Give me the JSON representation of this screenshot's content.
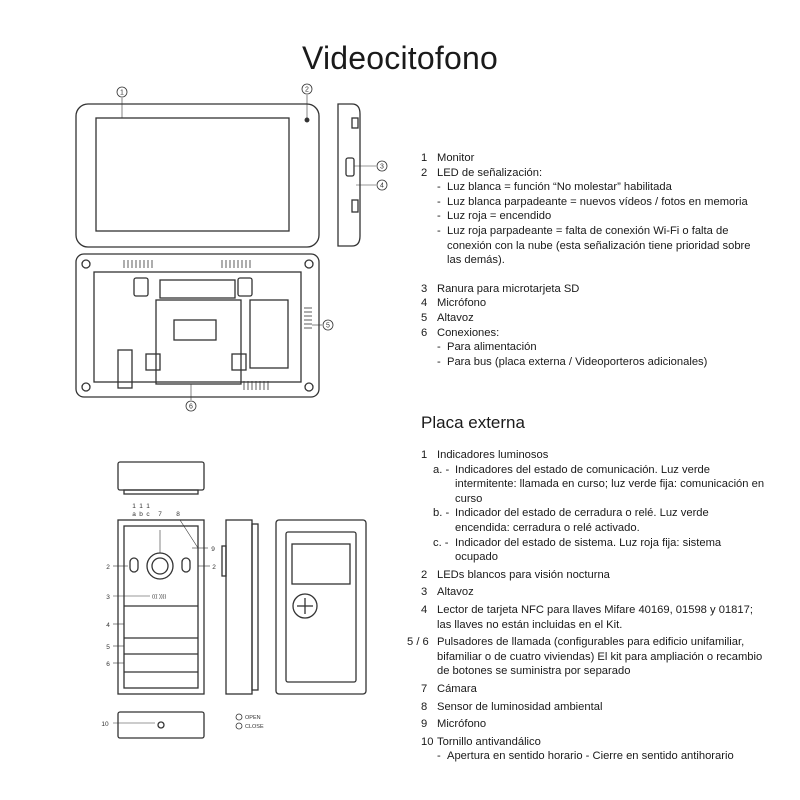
{
  "title": "Videocitofono",
  "monitor_list": [
    {
      "num": "1",
      "text": "Monitor",
      "subs": []
    },
    {
      "num": "2",
      "text": "LED de señalización:",
      "subs": [
        "Luz blanca = función “No molestar” habilitada",
        "Luz blanca parpadeante = nuevos vídeos / fotos en memoria",
        "Luz roja = encendido",
        "Luz roja parpadeante = falta de conexión Wi-Fi o falta de conexión con la nube (esta señalización tiene prioridad sobre las demás)."
      ]
    },
    {
      "num": "3",
      "text": "Ranura para microtarjeta SD",
      "subs": []
    },
    {
      "num": "4",
      "text": "Micrófono",
      "subs": []
    },
    {
      "num": "5",
      "text": "Altavoz",
      "subs": []
    },
    {
      "num": "6",
      "text": "Conexiones:",
      "subs": [
        "Para alimentación",
        "Para bus (placa externa / Videoporteros adicionales)"
      ]
    }
  ],
  "placa_title": "Placa externa",
  "placa_list": [
    {
      "num": "1",
      "text": "Indicadores luminosos",
      "lettered": [
        {
          "letter": "a.",
          "text": "Indicadores del estado de comunicación. Luz verde intermitente: llamada en curso; luz verde fija: comunicación en curso"
        },
        {
          "letter": "b.",
          "text": "Indicador del estado de cerradura o relé. Luz verde encendida: cerradura o relé activado."
        },
        {
          "letter": "c.",
          "text": "Indicador del estado de sistema. Luz roja fija: sistema ocupado"
        }
      ],
      "subs": []
    },
    {
      "num": "2",
      "text": "LEDs blancos para visión nocturna",
      "lettered": [],
      "subs": []
    },
    {
      "num": "3",
      "text": "Altavoz",
      "lettered": [],
      "subs": []
    },
    {
      "num": "4",
      "text": "Lector de tarjeta NFC para llaves Mifare 40169, 01598 y 01817; las llaves no están incluidas en el Kit.",
      "lettered": [],
      "subs": []
    },
    {
      "num": "5 / 6",
      "text": "Pulsadores de llamada (configurables para edificio unifamiliar, bifamiliar o de cuatro viviendas) El kit para ampliación o recambio de botones se suministra por separado",
      "lettered": [],
      "subs": []
    },
    {
      "num": "7",
      "text": "Cámara",
      "lettered": [],
      "subs": []
    },
    {
      "num": "8",
      "text": "Sensor de luminosidad ambiental",
      "lettered": [],
      "subs": []
    },
    {
      "num": "9",
      "text": "Micrófono",
      "lettered": [],
      "subs": []
    },
    {
      "num": "10",
      "text": "Tornillo antivandálico",
      "lettered": [],
      "subs": [
        "Apertura en sentido horario - Cierre en sentido antihorario"
      ]
    }
  ],
  "diagram": {
    "monitor_callouts": [
      "1",
      "2",
      "3",
      "4",
      "5",
      "6"
    ],
    "placa_callouts": [
      "1",
      "1",
      "1",
      "a",
      "b",
      "c",
      "7",
      "8",
      "9",
      "2",
      "2",
      "3",
      "4",
      "5",
      "6",
      "10"
    ],
    "nfc_symbol": "((( ))))",
    "screw_open": "OPEN",
    "screw_close": "CLOSE"
  }
}
